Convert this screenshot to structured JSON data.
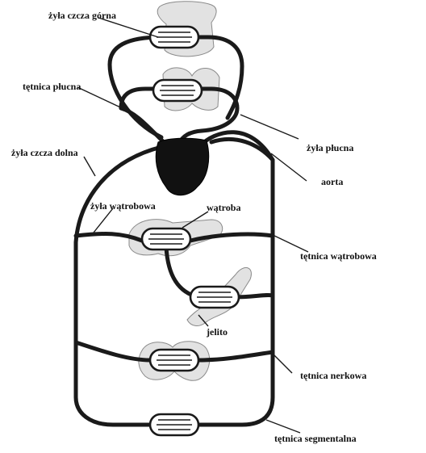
{
  "labels": {
    "superior_vena_cava": "żyła czcza górna",
    "pulmonary_artery": "tętnica płucna",
    "inferior_vena_cava": "żyła czcza dolna",
    "pulmonary_vein": "żyła płucna",
    "aorta": "aorta",
    "hepatic_vein": "żyła wątrobowa",
    "liver": "wątroba",
    "hepatic_artery": "tętnica wątrobowa",
    "intestine": "jelito",
    "renal_artery": "tętnica nerkowa",
    "segmental_artery": "tętnica segmentalna"
  }
}
